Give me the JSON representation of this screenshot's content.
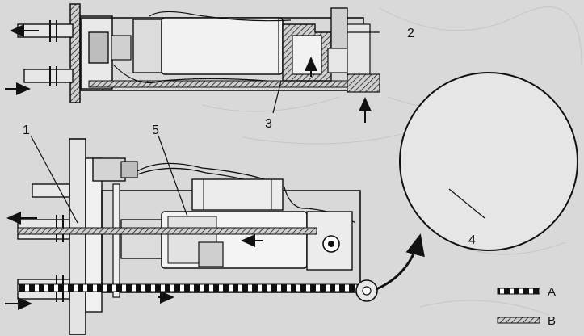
{
  "callouts": {
    "c1": "1",
    "c2": "2",
    "c3": "3",
    "c4": "4",
    "c5": "5"
  },
  "legend": {
    "a_label": "A",
    "b_label": "B"
  }
}
